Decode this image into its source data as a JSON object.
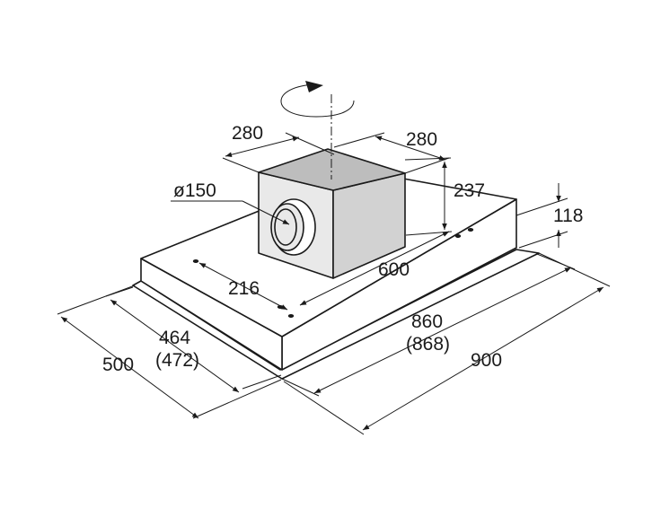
{
  "dimensions": {
    "spigot_width": "280",
    "spigot_depth": "280",
    "spigot_height": "237",
    "outlet_diameter": "ø150",
    "body_thickness": "118",
    "hole_spacing_depth": "216",
    "hole_spacing_width": "600",
    "inner_depth": "464",
    "inner_depth_alt": "(472)",
    "outer_depth": "500",
    "inner_width": "860",
    "inner_width_alt": "(868)",
    "outer_width": "900"
  },
  "colors": {
    "line": "#1a1a1a",
    "spigot_front": "#e9e9e9",
    "spigot_side": "#d2d2d2",
    "spigot_top": "#bdbdbd"
  },
  "icons": {
    "rotation": "rotation-arrow-icon"
  }
}
